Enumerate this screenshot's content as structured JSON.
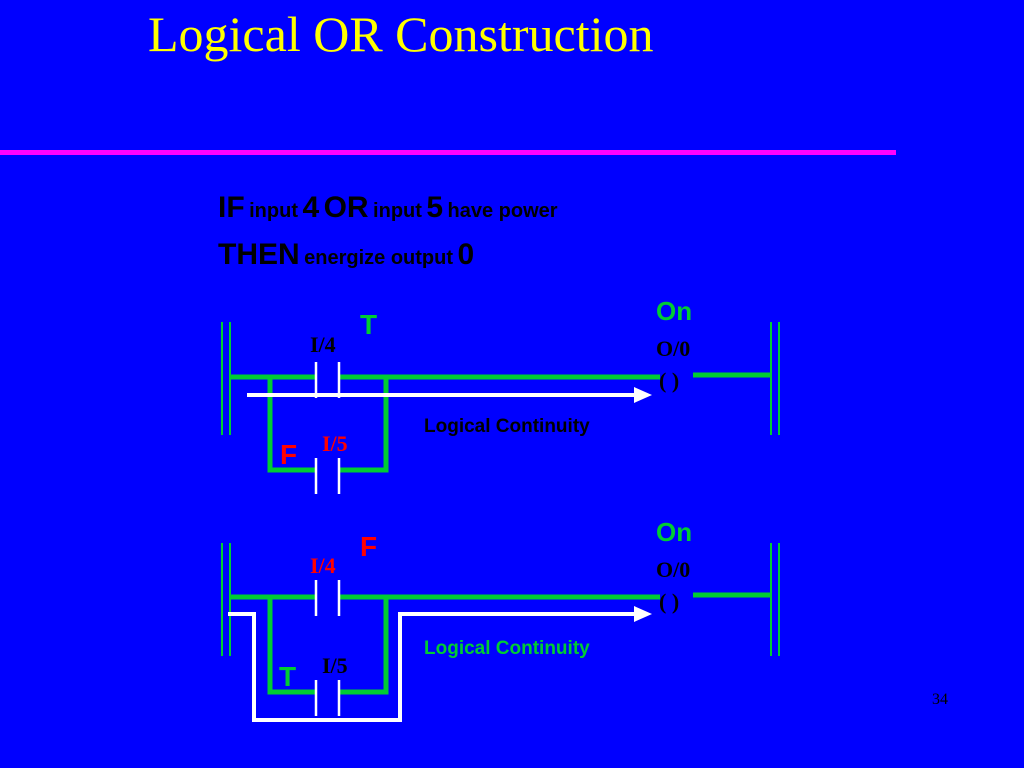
{
  "slide": {
    "title": "Logical OR Construction",
    "page_number": "34"
  },
  "rule": {
    "if_kw": "IF",
    "input_word_1": "input",
    "num_1": "4",
    "or_kw": "OR",
    "input_word_2": "input",
    "num_2": "5",
    "tail_1": "have power",
    "then_kw": "THEN",
    "energize": "energize output",
    "num_out": "0"
  },
  "colors": {
    "background": "#0000ff",
    "title": "#ffff00",
    "divider": "#ff00ff",
    "rung": "#00cc33",
    "continuity": "#ffffff",
    "true_state": "#00cc33",
    "false_state": "#ff0000",
    "text": "#000000"
  },
  "rungs": [
    {
      "contact_a": {
        "address": "I/4",
        "state": "T"
      },
      "contact_b": {
        "address": "I/5",
        "state": "F"
      },
      "output": {
        "address": "O/0",
        "state": "On",
        "symbol": "( )"
      },
      "continuity_label": "Logical Continuity"
    },
    {
      "contact_a": {
        "address": "I/4",
        "state": "F"
      },
      "contact_b": {
        "address": "I/5",
        "state": "T"
      },
      "output": {
        "address": "O/0",
        "state": "On",
        "symbol": "( )"
      },
      "continuity_label": "Logical Continuity"
    }
  ]
}
